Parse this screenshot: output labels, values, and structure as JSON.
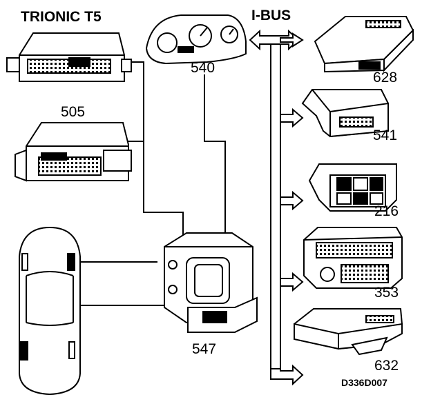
{
  "labels": {
    "trionic": "TRIONIC T5",
    "ibus": "I-BUS",
    "ecu_505": "505",
    "cluster_540": "540",
    "abs_547": "547",
    "module_628": "628",
    "module_541": "541",
    "module_216": "216",
    "module_353": "353",
    "module_632": "632",
    "drawing_id": "D336D007"
  },
  "colors": {
    "ink": "#000000",
    "paper": "#ffffff",
    "shade": "#dcdcdc"
  }
}
